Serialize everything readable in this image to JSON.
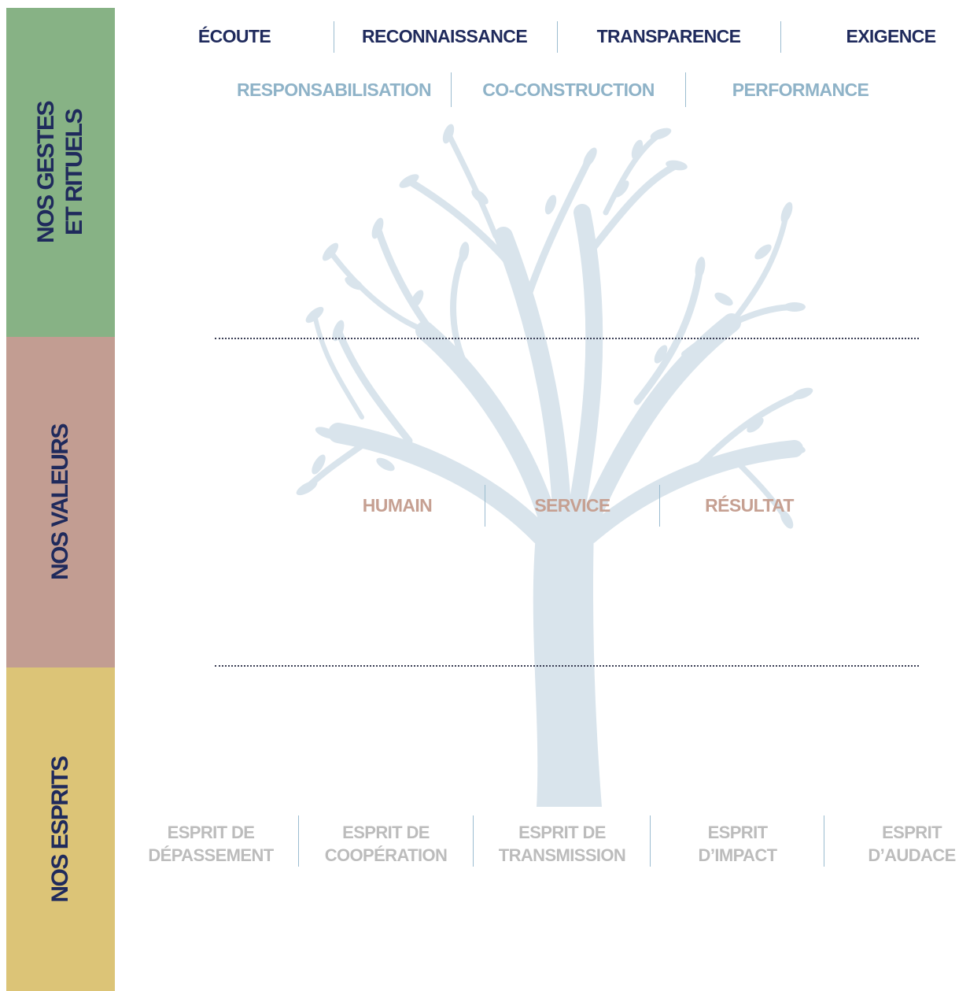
{
  "colors": {
    "band_gestes": "#87b285",
    "band_valeurs": "#c29d92",
    "band_esprits": "#dcc477",
    "navy": "#1f2a5c",
    "steel_blue": "#8fb3c8",
    "rose": "#c6a092",
    "grey": "#bcbcbc",
    "tree": "#d9e4ec"
  },
  "bands": {
    "gestes": [
      "NOS GESTES",
      "ET RITUELS"
    ],
    "valeurs": "NOS VALEURS",
    "esprits": "NOS ESPRITS"
  },
  "gestes_row1": [
    "ÉCOUTE",
    "RECONNAISSANCE",
    "TRANSPARENCE",
    "EXIGENCE"
  ],
  "gestes_row2": [
    "RESPONSABILISATION",
    "CO-CONSTRUCTION",
    "PERFORMANCE"
  ],
  "valeurs": [
    "HUMAIN",
    "SERVICE",
    "RÉSULTAT"
  ],
  "esprits": [
    [
      "ESPRIT DE",
      "DÉPASSEMENT"
    ],
    [
      "ESPRIT DE",
      "COOPÉRATION"
    ],
    [
      "ESPRIT DE",
      "TRANSMISSION"
    ],
    [
      "ESPRIT",
      "D’IMPACT"
    ],
    [
      "ESPRIT",
      "D’AUDACE"
    ]
  ]
}
